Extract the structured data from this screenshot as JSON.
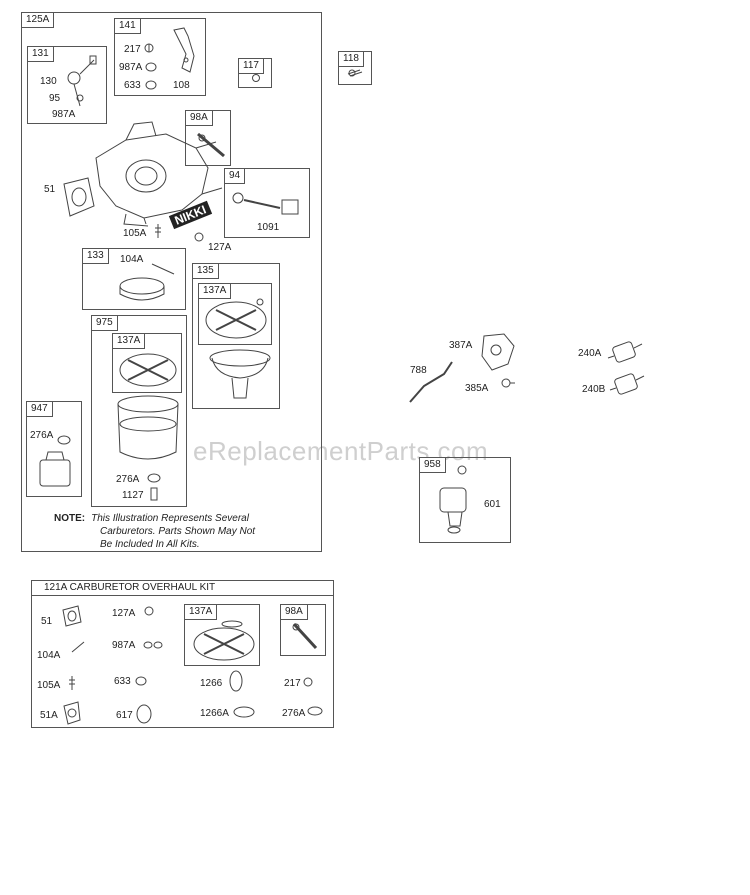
{
  "watermark": "eReplacementParts.com",
  "note": {
    "label": "NOTE:",
    "line1": "This Illustration Represents Several",
    "line2": "Carburetors. Parts Shown May Not",
    "line3": "Be Included In All Kits."
  },
  "brand": "NIKKI",
  "boxes": {
    "b125A": "125A",
    "b141": "141",
    "b131": "131",
    "b117": "117",
    "b118": "118",
    "b98A": "98A",
    "b94": "94",
    "b133": "133",
    "b135": "135",
    "b137A_1": "137A",
    "b975": "975",
    "b137A_2": "137A",
    "b947": "947",
    "b958": "958",
    "kit_137A": "137A",
    "kit_98A": "98A"
  },
  "labels": {
    "l217": "217",
    "l987A": "987A",
    "l633": "633",
    "l108": "108",
    "l130": "130",
    "l95": "95",
    "l987A_b": "987A",
    "l51": "51",
    "l105A": "105A",
    "l127A": "127A",
    "l1091": "1091",
    "l104A": "104A",
    "l276A": "276A",
    "l276A_b": "276A",
    "l1127": "1127",
    "l387A": "387A",
    "l788": "788",
    "l385A": "385A",
    "l240A": "240A",
    "l240B": "240B",
    "l601": "601"
  },
  "kit": {
    "title": "121A CARBURETOR OVERHAUL KIT",
    "k51": "51",
    "k104A": "104A",
    "k105A": "105A",
    "k51A": "51A",
    "k127A": "127A",
    "k987A": "987A",
    "k633": "633",
    "k617": "617",
    "k1266": "1266",
    "k1266A": "1266A",
    "k217": "217",
    "k276A": "276A"
  }
}
